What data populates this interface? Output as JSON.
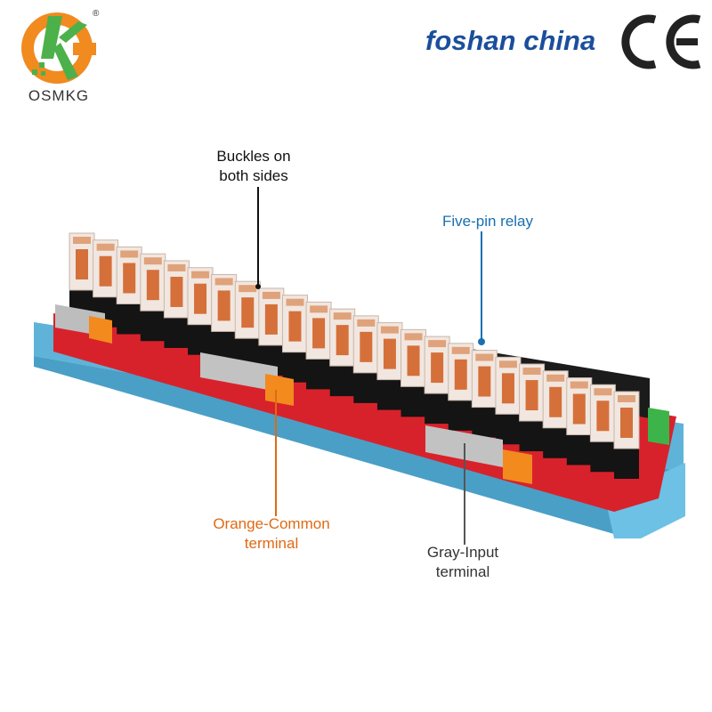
{
  "brand": {
    "logo_text": "OSMKG",
    "registered_mark": "®",
    "location": "foshan china",
    "certification": "CE"
  },
  "callouts": {
    "buckles": [
      "Buckles on",
      "both sides"
    ],
    "relay": [
      "Five-pin relay"
    ],
    "common": [
      "Orange-Common",
      "terminal"
    ],
    "input": [
      "Gray-Input",
      "terminal"
    ]
  },
  "product": {
    "relay_count": 24,
    "colors": {
      "rail": "#5fb3d9",
      "pcb": "#d8222b",
      "common_terminal": "#f28a1e",
      "input_terminal": "#b8b8b8",
      "power_terminal": "#3cb44a",
      "relay_case": "#f1e7e0"
    }
  },
  "icons": [
    "logo-k-icon",
    "ce-mark-icon",
    "relay-board-image"
  ]
}
